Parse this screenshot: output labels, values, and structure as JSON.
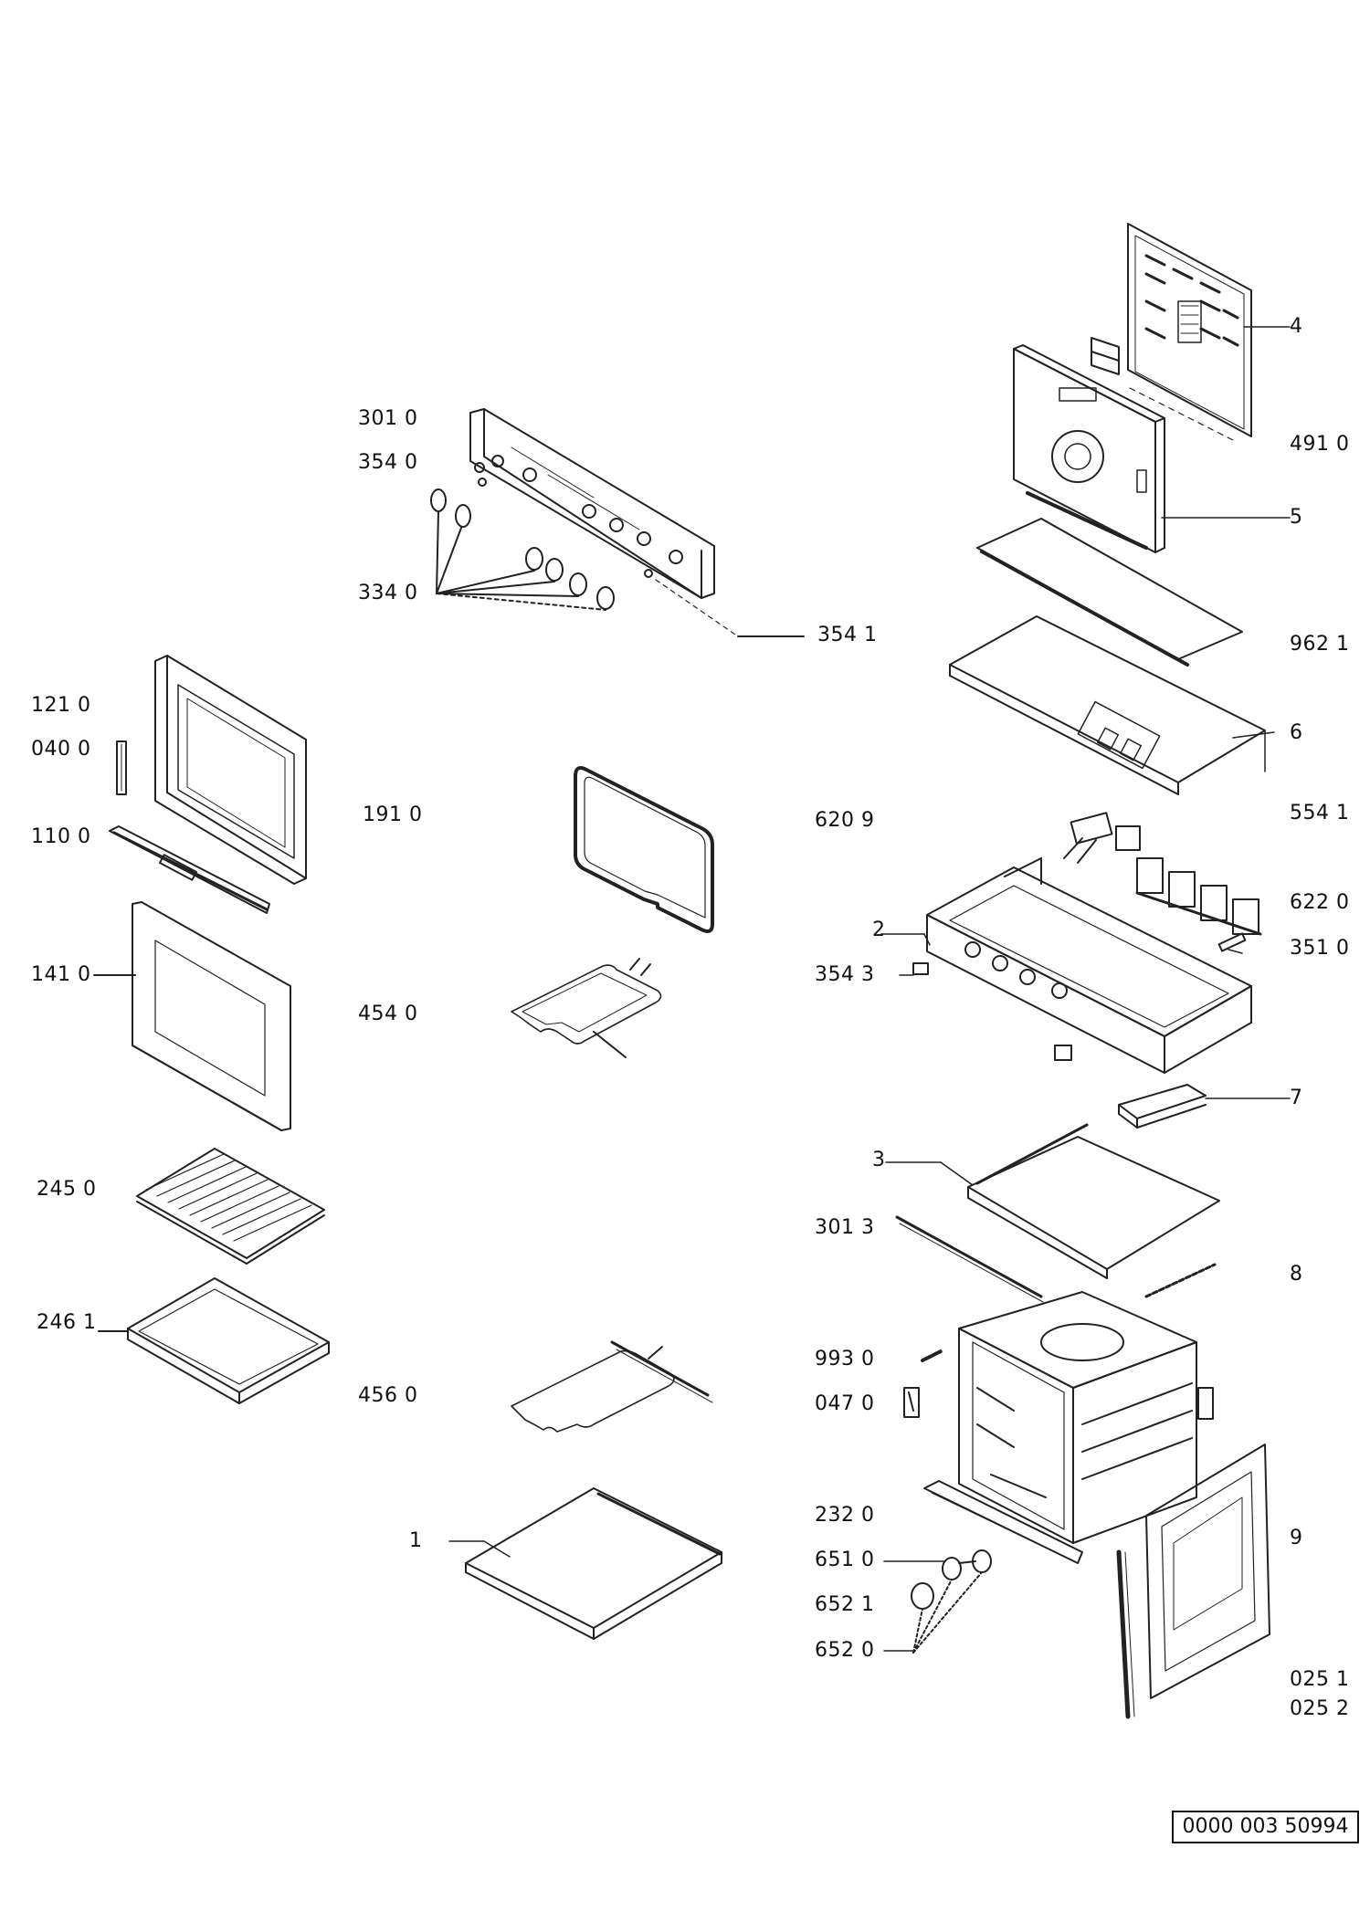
{
  "diagram": {
    "labels": [
      "301 0",
      "354 0",
      "334 0",
      "354 1",
      "121 0",
      "040 0",
      "110 0",
      "141 0",
      "245 0",
      "246 1",
      "191 0",
      "454 0",
      "456 0",
      "1",
      "620 9",
      "354 3",
      "2",
      "3",
      "301 3",
      "993 0",
      "047 0",
      "232 0",
      "651 0",
      "652 1",
      "652 0",
      "4",
      "491 0",
      "5",
      "962 1",
      "6",
      "554 1",
      "622 0",
      "351 0",
      "7",
      "8",
      "9",
      "025 1",
      "025 2"
    ],
    "document_id": "0000 003 50994"
  }
}
